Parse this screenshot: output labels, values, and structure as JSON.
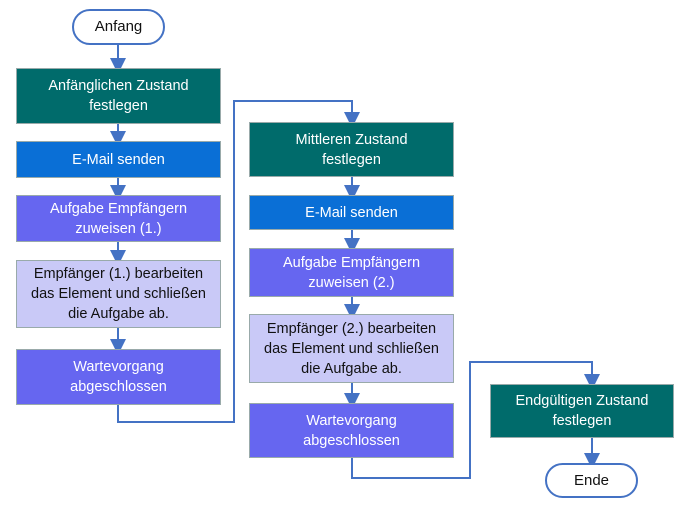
{
  "start": "Anfang",
  "end": "Ende",
  "column1": [
    {
      "label": "Anfänglichen Zustand festlegen",
      "kind": "state"
    },
    {
      "label": "E-Mail senden",
      "kind": "email"
    },
    {
      "label": "Aufgabe Empfängern zuweisen (1.)",
      "kind": "task"
    },
    {
      "label": "Empfänger (1.) bearbeiten das Element und schließen die Aufgabe ab.",
      "kind": "action"
    },
    {
      "label": "Wartevorgang abgeschlossen",
      "kind": "task"
    }
  ],
  "column2": [
    {
      "label": "Mittleren Zustand festlegen",
      "kind": "state"
    },
    {
      "label": "E-Mail senden",
      "kind": "email"
    },
    {
      "label": "Aufgabe Empfängern zuweisen (2.)",
      "kind": "task"
    },
    {
      "label": "Empfänger (2.) bearbeiten das Element und schließen die Aufgabe ab.",
      "kind": "action"
    },
    {
      "label": "Wartevorgang abgeschlossen",
      "kind": "task"
    }
  ],
  "column3": [
    {
      "label": "Endgültigen Zustand festlegen",
      "kind": "state"
    }
  ],
  "colors": {
    "state": "#006b6b",
    "email": "#0a6fd6",
    "task": "#6666f0",
    "action": "#c9c9f7",
    "connector": "#4472c4"
  }
}
